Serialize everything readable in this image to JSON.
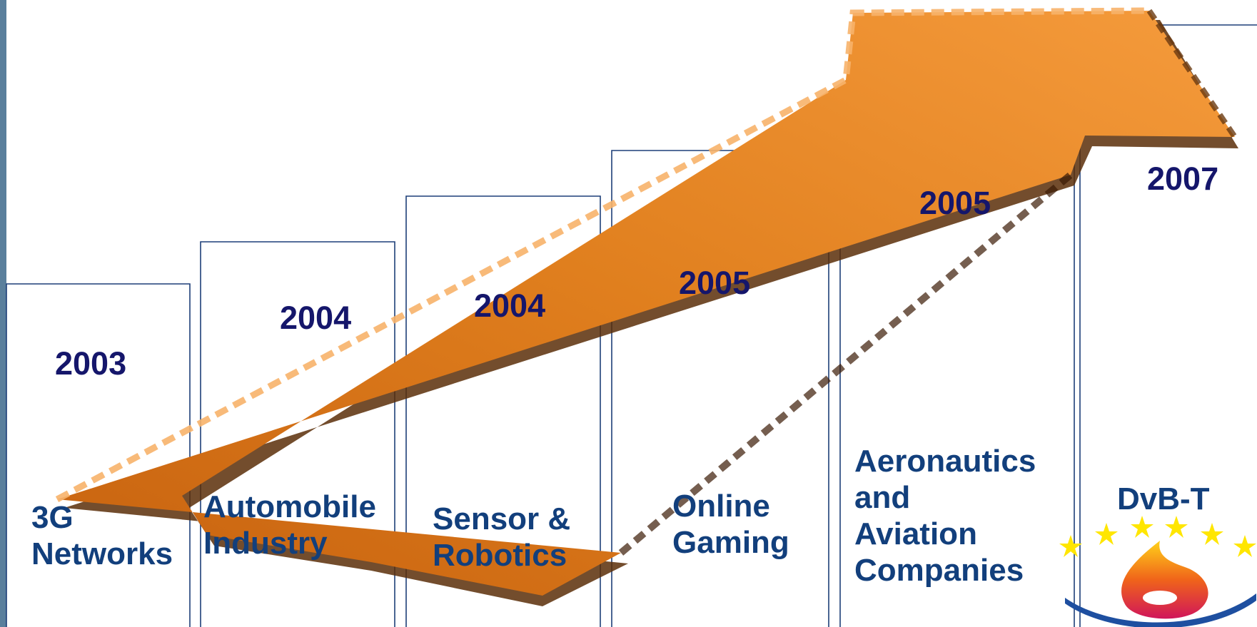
{
  "milestones": [
    {
      "year": "2003",
      "lines": [
        "3G",
        "Networks"
      ]
    },
    {
      "year": "2004",
      "lines": [
        "Automobile",
        "Industry"
      ]
    },
    {
      "year": "2004",
      "lines": [
        "Sensor &",
        "Robotics"
      ]
    },
    {
      "year": "2005",
      "lines": [
        "Online",
        "Gaming"
      ]
    },
    {
      "year": "2005",
      "lines": [
        "Aeronautics",
        "and",
        "Aviation",
        "Companies"
      ]
    },
    {
      "year": "2007",
      "lines": [
        "DvB-T"
      ]
    }
  ],
  "colors": {
    "year_text": "#15166b",
    "label_text": "#123f7c",
    "box_border": "#1d3f78",
    "arrow_fill": "#e28420",
    "arrow_shadow": "#5a2e08",
    "left_bar": "#5a7f9c",
    "stars": "#ffe600",
    "logo_swoosh": "#1e4fa0"
  },
  "icons": {
    "arrow": "growth-arrow-icon",
    "logo": "eu-sixth-framework-logo-icon"
  }
}
